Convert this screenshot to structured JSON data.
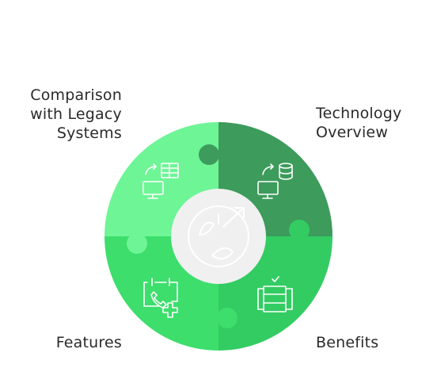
{
  "segments": [
    {
      "id": "comparison",
      "lines": [
        "Comparison",
        "with Legacy",
        "Systems"
      ],
      "color": "#6ef596",
      "icon": "sync-table-monitor-icon"
    },
    {
      "id": "technology",
      "lines": [
        "Technology",
        "Overview"
      ],
      "color": "#3d9b5c",
      "icon": "sync-database-monitor-icon"
    },
    {
      "id": "features",
      "lines": [
        "Features"
      ],
      "color": "#3dde6c",
      "icon": "calendar-phone-plus-icon"
    },
    {
      "id": "benefits",
      "lines": [
        "Benefits"
      ],
      "color": "#33cc63",
      "icon": "checklist-server-icon"
    }
  ],
  "center": {
    "color": "#f0f0f0",
    "icon": "map-route-icon"
  }
}
